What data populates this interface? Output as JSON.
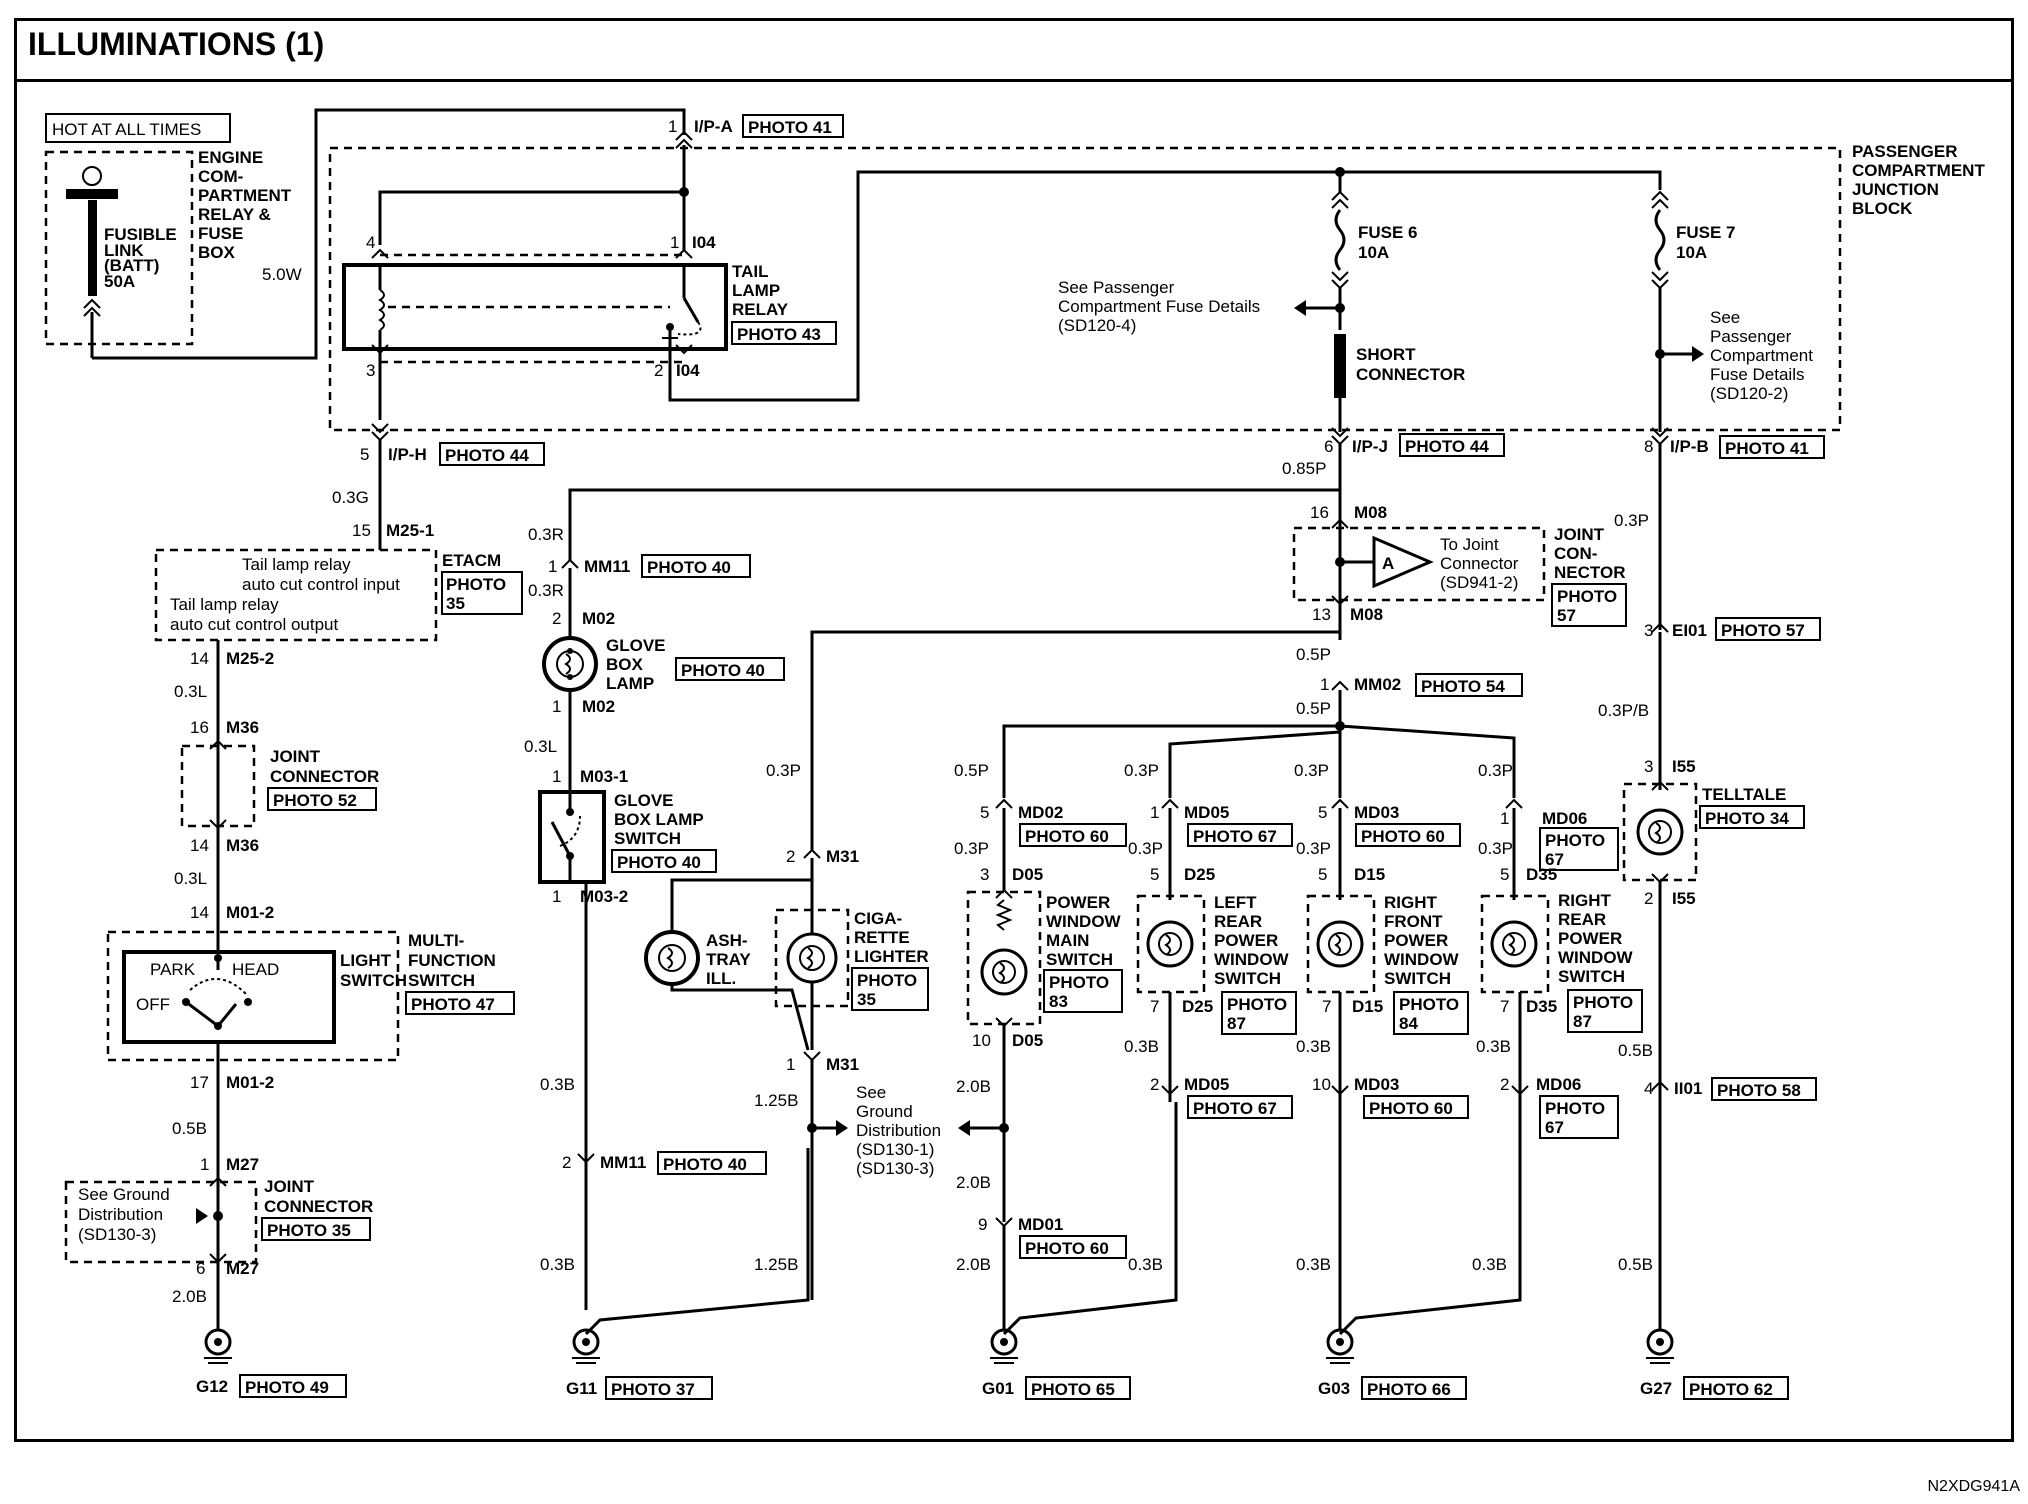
{
  "title": "ILLUMINATIONS (1)",
  "drawing_code": "N2XDG941A",
  "labels": {
    "hot": "HOT AT ALL TIMES",
    "engine_box_1": "ENGINE",
    "engine_box_2": "COM-",
    "engine_box_3": "PARTMENT",
    "engine_box_4": "RELAY &",
    "engine_box_5": "FUSE",
    "engine_box_6": "BOX",
    "fusible_1": "FUSIBLE",
    "fusible_2": "LINK",
    "fusible_3": "(BATT)",
    "fusible_4": "50A",
    "watt": "5.0W",
    "tail_1": "TAIL",
    "tail_2": "LAMP",
    "tail_3": "RELAY",
    "pcjb_1": "PASSENGER",
    "pcjb_2": "COMPARTMENT",
    "pcjb_3": "JUNCTION",
    "pcjb_4": "BLOCK",
    "fuse6_1": "FUSE 6",
    "fuse6_2": "10A",
    "fuse7_1": "FUSE 7",
    "fuse7_2": "10A",
    "see_pc1_1": "See Passenger",
    "see_pc1_2": "Compartment Fuse Details",
    "see_pc1_3": "(SD120-4)",
    "see_pc2_1": "See",
    "see_pc2_2": "Passenger",
    "see_pc2_3": "Compartment",
    "see_pc2_4": "Fuse Details",
    "see_pc2_5": "(SD120-2)",
    "short_1": "SHORT",
    "short_2": "CONNECTOR",
    "etacm": "ETACM",
    "etacm_1": "Tail lamp relay",
    "etacm_2": "auto cut control input",
    "etacm_3": "Tail lamp relay",
    "etacm_4": "auto cut control output",
    "joint_1": "JOINT",
    "joint_2": "CONNECTOR",
    "jc_1": "JOINT",
    "jc_2": "CON-",
    "jc_3": "NECTOR",
    "to_joint_1": "To Joint",
    "to_joint_2": "Connector",
    "to_joint_3": "(SD941-2)",
    "a": "A",
    "glove_1": "GLOVE",
    "glove_2": "BOX",
    "glove_3": "LAMP",
    "gsw_1": "GLOVE",
    "gsw_2": "BOX LAMP",
    "gsw_3": "SWITCH",
    "ash_1": "ASH-",
    "ash_2": "TRAY",
    "ash_3": "ILL.",
    "ciga_1": "CIGA-",
    "ciga_2": "RETTE",
    "ciga_3": "LIGHTER",
    "see_gd_1": "See",
    "see_gd_2": "Ground",
    "see_gd_3": "Distribution",
    "see_gd_4": "(SD130-1)",
    "see_gd_5": "(SD130-3)",
    "see_gd2_1": "See Ground",
    "see_gd2_2": "Distribution",
    "see_gd2_3": "(SD130-3)",
    "multi_1": "MULTI-",
    "multi_2": "FUNCTION",
    "multi_3": "SWITCH",
    "light_1": "LIGHT",
    "light_2": "SWITCH",
    "park": "PARK",
    "head": "HEAD",
    "off": "OFF",
    "pwm_1": "POWER",
    "pwm_2": "WINDOW",
    "pwm_3": "MAIN",
    "pwm_4": "SWITCH",
    "lr_1": "LEFT",
    "lr_2": "REAR",
    "lr_3": "POWER",
    "lr_4": "WINDOW",
    "lr_5": "SWITCH",
    "rf_1": "RIGHT",
    "rf_2": "FRONT",
    "rf_3": "POWER",
    "rf_4": "WINDOW",
    "rf_5": "SWITCH",
    "rr_1": "RIGHT",
    "rr_2": "REAR",
    "rr_3": "POWER",
    "rr_4": "WINDOW",
    "rr_5": "SWITCH",
    "telltale": "TELLTALE"
  },
  "photos": {
    "p41": "PHOTO 41",
    "p43": "PHOTO 43",
    "p44": "PHOTO 44",
    "p40": "PHOTO 40",
    "p35": "PHOTO",
    "p35b": "35",
    "p52": "PHOTO 52",
    "p47": "PHOTO 47",
    "p49": "PHOTO 49",
    "p37": "PHOTO 37",
    "p65": "PHOTO 65",
    "p66": "PHOTO 66",
    "p62": "PHOTO 62",
    "p57": "PHOTO 57",
    "p57a": "PHOTO",
    "p57b": "57",
    "p54": "PHOTO 54",
    "p60": "PHOTO 60",
    "p67": "PHOTO 67",
    "p67a": "PHOTO",
    "p67b": "67",
    "p34": "PHOTO 34",
    "p83a": "PHOTO",
    "p83b": "83",
    "p87a": "PHOTO",
    "p87b": "87",
    "p84a": "PHOTO",
    "p84b": "84",
    "p58": "PHOTO 58",
    "p35c": "PHOTO 35"
  },
  "connectors": {
    "ipa": "I/P-A",
    "i04": "I04",
    "iph": "I/P-H",
    "ipj": "I/P-J",
    "ipb": "I/P-B",
    "m25_1": "M25-1",
    "m25_2": "M25-2",
    "m36": "M36",
    "m01_2": "M01-2",
    "m27": "M27",
    "mm11": "MM11",
    "m02": "M02",
    "m03_1": "M03-1",
    "m03_2": "M03-2",
    "m31": "M31",
    "m08": "M08",
    "mm02": "MM02",
    "md02": "MD02",
    "d05": "D05",
    "md01": "MD01",
    "md05": "MD05",
    "d25": "D25",
    "md03": "MD03",
    "d15": "D15",
    "md06": "MD06",
    "d35": "D35",
    "ei01": "EI01",
    "i55": "I55",
    "ii01": "II01",
    "g12": "G12",
    "g11": "G11",
    "g01": "G01",
    "g03": "G03",
    "g27": "G27"
  },
  "pins": {
    "n1": "1",
    "n2": "2",
    "n3": "3",
    "n4": "4",
    "n5": "5",
    "n6": "6",
    "n7": "7",
    "n8": "8",
    "n9": "9",
    "n10": "10",
    "n13": "13",
    "n14": "14",
    "n15": "15",
    "n16": "16",
    "n17": "17"
  },
  "wires": {
    "w03g": "0.3G",
    "w03l": "0.3L",
    "w05b": "0.5B",
    "w20b": "2.0B",
    "w03r": "0.3R",
    "w03b": "0.3B",
    "w03p": "0.3P",
    "w125b": "1.25B",
    "w085p": "0.85P",
    "w05p": "0.5P",
    "w03pb": "0.3P/B"
  }
}
